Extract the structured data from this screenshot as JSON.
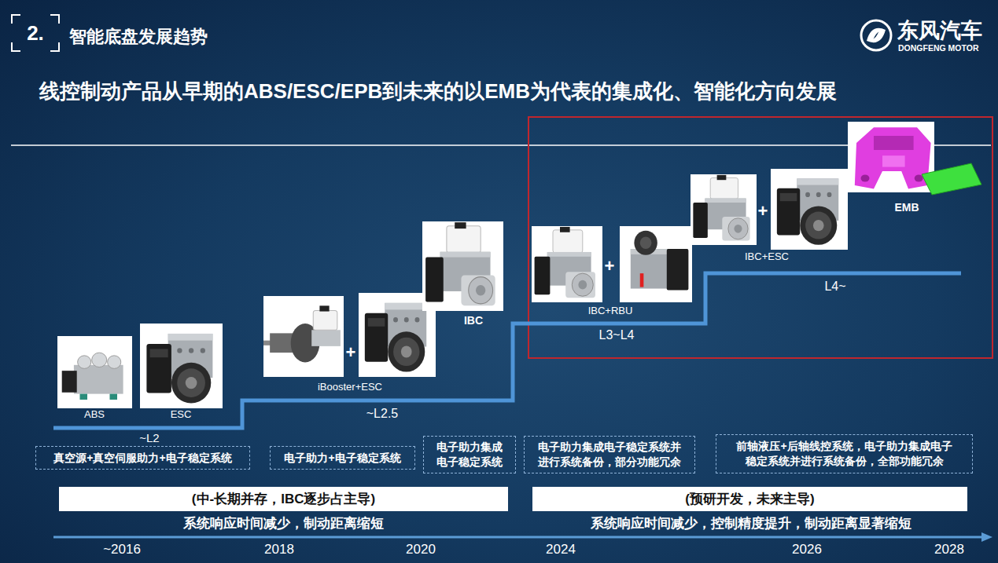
{
  "diagram": {
    "title": "智能底盘发展趋势",
    "nodes": [
      {
        "text": [
          "2."
        ]
      },
      {
        "text": [
          "真空源+真空伺服助力+电子稳定系统"
        ]
      },
      {
        "text": [
          "电子助力+电子稳定系统"
        ]
      },
      {
        "text": [
          "电子助力集成 电子稳定系统"
        ]
      },
      {
        "text": [
          "电子助力集成电子稳定系统并进行系统备份，部分功能冗余"
        ]
      },
      {
        "text": [
          "前轴液压+后轴线控系统，电子助力集成电子稳定系统并进行系统备份，全部功能冗余"
        ]
      },
      {
        "text": [
          "(中-长期并存，IBC逐步占主导)"
        ]
      },
      {
        "text": [
          "(预研开发，未来主导)"
        ]
      }
    ],
    "labels": [
      "东风汽车",
      "DONGFENG MOTOR",
      "线控制动产品从早期的ABS/ESC/EPB到未来的以EMB为代表的集成化、智能化方向发展",
      "ABS",
      "ESC",
      "~L2",
      "+",
      "iBooster+ESC",
      "~L2.5",
      "IBC",
      "+",
      "IBC+RBU",
      "L3~L4",
      "+",
      "IBC+ESC",
      "L4~",
      "EMB",
      "系统响应时间减少，制动距离缩短",
      "系统响应时间减少，控制精度提升，制动距离显著缩短",
      "~2016",
      "2018",
      "2020",
      "2024",
      "2026",
      "2028"
    ]
  }
}
